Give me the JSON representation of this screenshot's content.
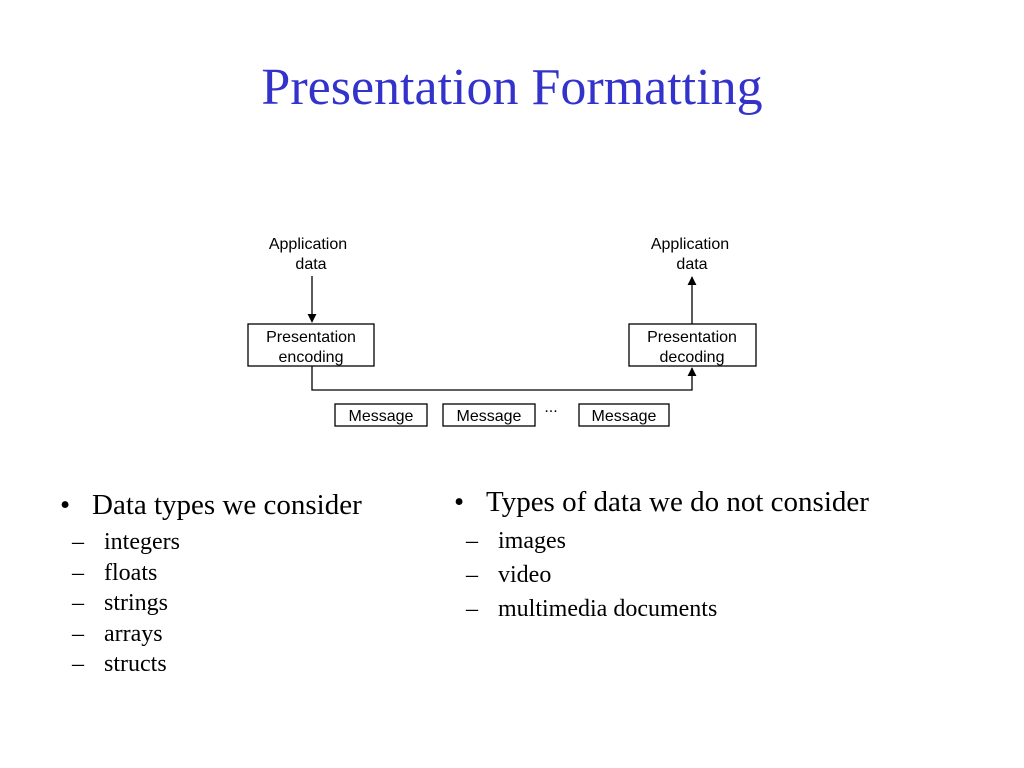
{
  "slide": {
    "title": "Presentation Formatting",
    "title_color": "#3333cc"
  },
  "diagram": {
    "sender": {
      "app_data_line1": "Application",
      "app_data_line2": "data",
      "box_line1": "Presentation",
      "box_line2": "encoding"
    },
    "receiver": {
      "app_data_line1": "Application",
      "app_data_line2": "data",
      "box_line1": "Presentation",
      "box_line2": "decoding"
    },
    "messages": [
      "Message",
      "Message",
      "Message"
    ],
    "ellipsis": "..."
  },
  "left_column": {
    "bullet_glyph": "•",
    "heading": "Data types we consider",
    "dash_glyph": "–",
    "items": [
      "integers",
      "floats",
      "strings",
      "arrays",
      "structs"
    ]
  },
  "right_column": {
    "bullet_glyph": "•",
    "heading": "Types of data we do not consider",
    "dash_glyph": "–",
    "items": [
      "images",
      "video",
      "multimedia documents"
    ]
  }
}
